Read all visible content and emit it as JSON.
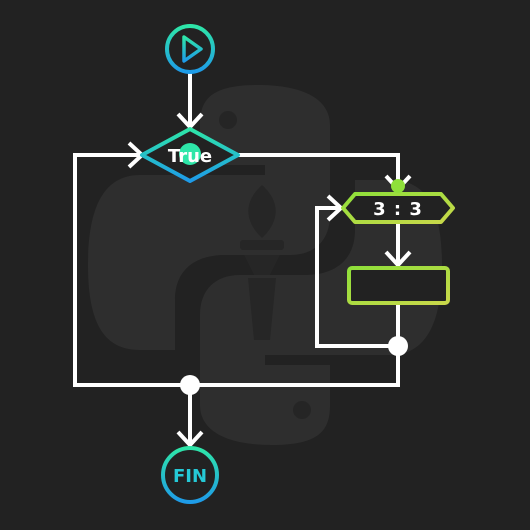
{
  "nodes": {
    "start": {
      "icon": "play-icon"
    },
    "condition": {
      "label": "True"
    },
    "range": {
      "label": "3 : 3"
    },
    "body_block": {
      "label": ""
    },
    "end": {
      "label": "FIN"
    }
  },
  "background": {
    "icon": "python-torch-logo"
  },
  "colors": {
    "background": "#222222",
    "edge": "#ffffff",
    "teal_start": "#2ee6a8",
    "blue_end": "#1e9be8",
    "green_start": "#8fe03a",
    "yellow_end": "#c9d84a",
    "watermark": "#2e2e2e"
  }
}
